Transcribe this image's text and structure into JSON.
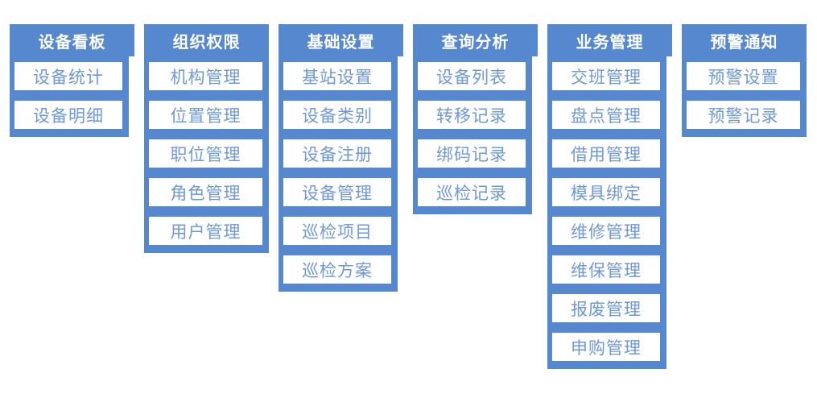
{
  "colors": {
    "primary_blue": "#5588CF",
    "item_text_blue": "#6E98DA",
    "header_text": "#ffffff",
    "item_background": "#ffffff"
  },
  "sections": [
    {
      "title": "设备看板",
      "items": [
        "设备统计",
        "设备明细"
      ]
    },
    {
      "title": "组织权限",
      "items": [
        "机构管理",
        "位置管理",
        "职位管理",
        "角色管理",
        "用户管理"
      ]
    },
    {
      "title": "基础设置",
      "items": [
        "基站设置",
        "设备类别",
        "设备注册",
        "设备管理",
        "巡检项目",
        "巡检方案"
      ]
    },
    {
      "title": "查询分析",
      "items": [
        "设备列表",
        "转移记录",
        "绑码记录",
        "巡检记录"
      ]
    },
    {
      "title": "业务管理",
      "items": [
        "交班管理",
        "盘点管理",
        "借用管理",
        "模具绑定",
        "维修管理",
        "维保管理",
        "报废管理",
        "申购管理"
      ]
    },
    {
      "title": "预警通知",
      "items": [
        "预警设置",
        "预警记录"
      ]
    }
  ]
}
